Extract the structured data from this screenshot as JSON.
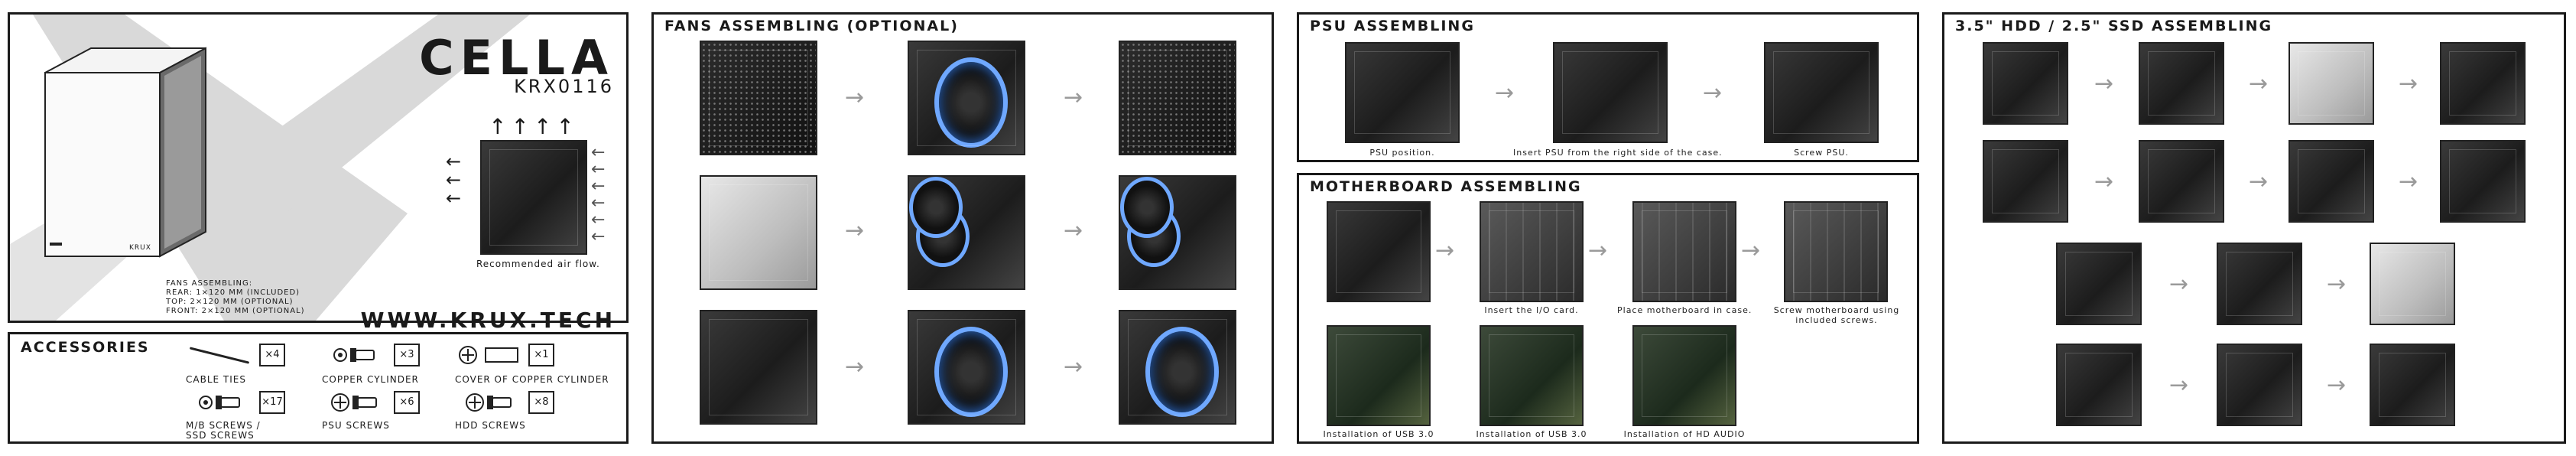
{
  "brand": {
    "name": "CELLA",
    "model": "KRX0116",
    "website": "WWW.KRUX.TECH",
    "case_logo": "KRUX",
    "fans_assembling": [
      "FANS ASSEMBLING:",
      "REAR: 1×120 MM (INCLUDED)",
      "TOP: 2×120 MM (OPTIONAL)",
      "FRONT: 2×120 MM (OPTIONAL)"
    ],
    "airflow_caption": "Recommended air flow."
  },
  "accessories": {
    "title": "ACCESSORIES",
    "items": [
      {
        "label": "CABLE TIES",
        "qty": "×4"
      },
      {
        "label": "COPPER CYLINDER",
        "qty": "×3"
      },
      {
        "label": "COVER OF COPPER CYLINDER",
        "qty": "×1"
      },
      {
        "label": "M/B SCREWS /",
        "label2": "SSD SCREWS",
        "qty": "×17"
      },
      {
        "label": "PSU SCREWS",
        "qty": "×6"
      },
      {
        "label": "HDD SCREWS",
        "qty": "×8"
      }
    ]
  },
  "fans": {
    "title": "FANS ASSEMBLING (OPTIONAL)"
  },
  "psu": {
    "title": "PSU ASSEMBLING",
    "captions": [
      "PSU position.",
      "Insert PSU from the right side of the case.",
      "Screw PSU."
    ]
  },
  "motherboard": {
    "title": "MOTHERBOARD ASSEMBLING",
    "captions": [
      "Insert the I/O card.",
      "Place motherboard in case.",
      "Screw motherboard using",
      "included screws."
    ],
    "bottom_captions": [
      "Installation of USB 3.0",
      "Installation of USB 3.0",
      "Installation of HD AUDIO"
    ]
  },
  "storage": {
    "title": "3.5\" HDD / 2.5\" SSD ASSEMBLING"
  },
  "icons": {
    "step_arrow": "→",
    "airflow_arrow": "←",
    "airflow_up": "↑"
  }
}
